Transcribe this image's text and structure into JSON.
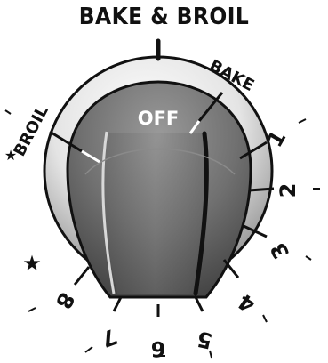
{
  "title": "BAKE & BROIL",
  "knob": {
    "off_label": "OFF",
    "bake_label": "BAKE",
    "broil_label": "BROIL",
    "star_glyph": "★",
    "star_broil_glyph": "★"
  },
  "scale_numbers": [
    "1",
    "2",
    "3",
    "4",
    "5",
    "6",
    "7",
    "8"
  ],
  "colors": {
    "knob_body": "#6a6a6a",
    "knob_rim": "#d9d9d9",
    "ink": "#111111"
  }
}
